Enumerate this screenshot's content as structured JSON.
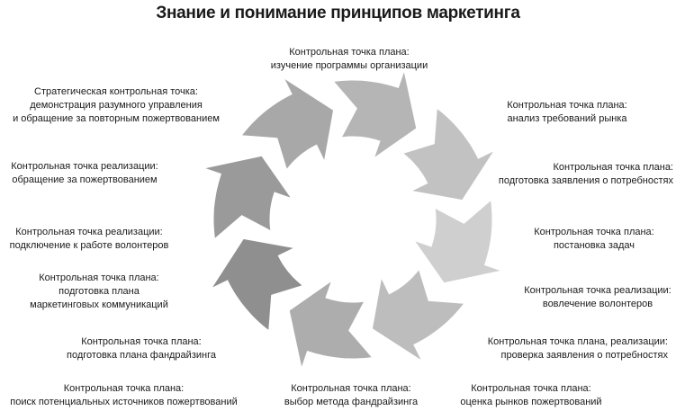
{
  "title": "Знание и понимание принципов маркетинга",
  "labels": [
    {
      "l1": "Контрольная точка плана:",
      "l2": "изучение программы организации"
    },
    {
      "l1": "Контрольная точка плана:",
      "l2": "анализ требований рынка"
    },
    {
      "l1": "Контрольная точка плана:",
      "l2": "подготовка заявления о потребностях"
    },
    {
      "l1": "Контрольная точка плана:",
      "l2": "постановка задач"
    },
    {
      "l1": "Контрольная точка реализации:",
      "l2": "вовлечение волонтеров"
    },
    {
      "l1": "Контрольная точка плана, реализации:",
      "l2": "проверка заявления о потребностях"
    },
    {
      "l1": "Контрольная точка плана:",
      "l2": "оценка рынков пожертвований"
    },
    {
      "l1": "Контрольная точка плана:",
      "l2": "выбор метода фандрайзинга"
    },
    {
      "l1": "Контрольная точка плана:",
      "l2": "поиск потенциальных источников пожертвований"
    },
    {
      "l1": "Контрольная точка плана:",
      "l2": "подготовка плана фандрайзинга"
    },
    {
      "l1": "Контрольная точка плана:",
      "l2": "подготовка плана",
      "l3": "маркетинговых коммуникаций"
    },
    {
      "l1": "Контрольная точка реализации:",
      "l2": "подключение к работе волонтеров"
    },
    {
      "l1": "Контрольная точка реализации:",
      "l2": "обращение за пожертвованием"
    },
    {
      "l1": "Стратегическая контрольная точка:",
      "l2": "демонстрация разумного управления",
      "l3": "и обращение за повторным пожертвованием"
    }
  ]
}
